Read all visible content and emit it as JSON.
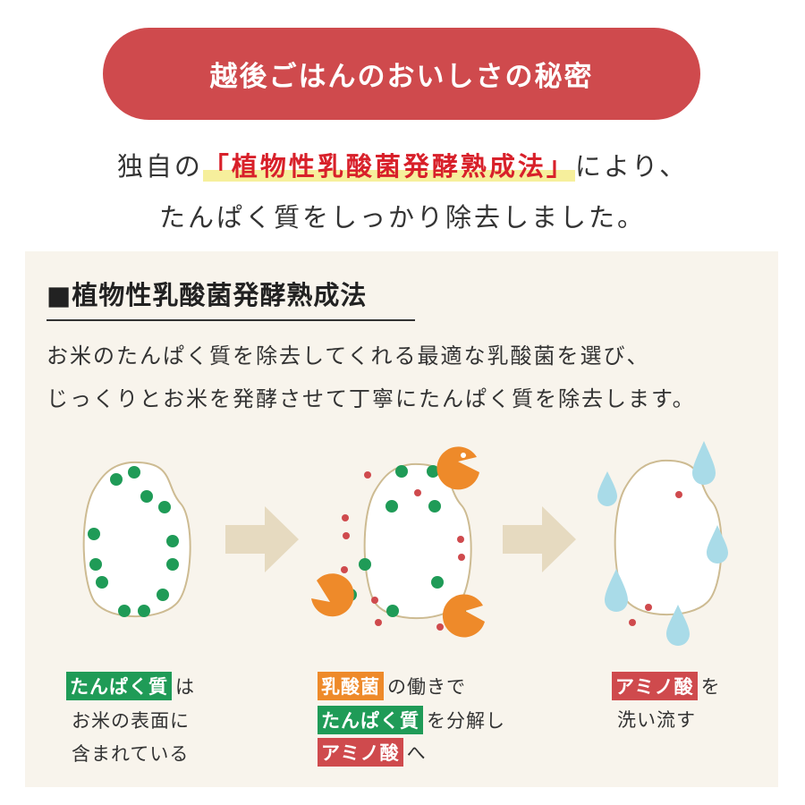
{
  "banner": {
    "title": "越後ごはんのおいしさの秘密"
  },
  "intro": {
    "line1_prefix": "独自の",
    "line1_highlight": "「植物性乳酸菌発酵熟成法」",
    "line1_suffix": "により、",
    "line2": "たんぱく質をしっかり除去しました。"
  },
  "section": {
    "title": "■植物性乳酸菌発酵熟成法",
    "desc_line1": "お米のたんぱく質を除去してくれる最適な乳酸菌を選び、",
    "desc_line2": "じっくりとお米を発酵させて丁寧にたんぱく質を除去します。"
  },
  "steps": [
    {
      "tag1": "たんぱく質",
      "text1": "は",
      "line2": "お米の表面に",
      "line3": "含まれている"
    },
    {
      "tag1": "乳酸菌",
      "text1": "の働きで",
      "tag2": "たんぱく質",
      "text2": "を分解し",
      "tag3": "アミノ酸",
      "text3": "へ"
    },
    {
      "tag1": "アミノ酸",
      "text1": "を",
      "line2": "洗い流す"
    }
  ],
  "colors": {
    "banner": "#cf4a4d",
    "protein": "#1f9b57",
    "bacteria": "#ee8a2a",
    "amino": "#cf4a4d",
    "water": "#a9dbe8",
    "panel": "#f8f4ec",
    "arrow": "#e6dac0"
  }
}
